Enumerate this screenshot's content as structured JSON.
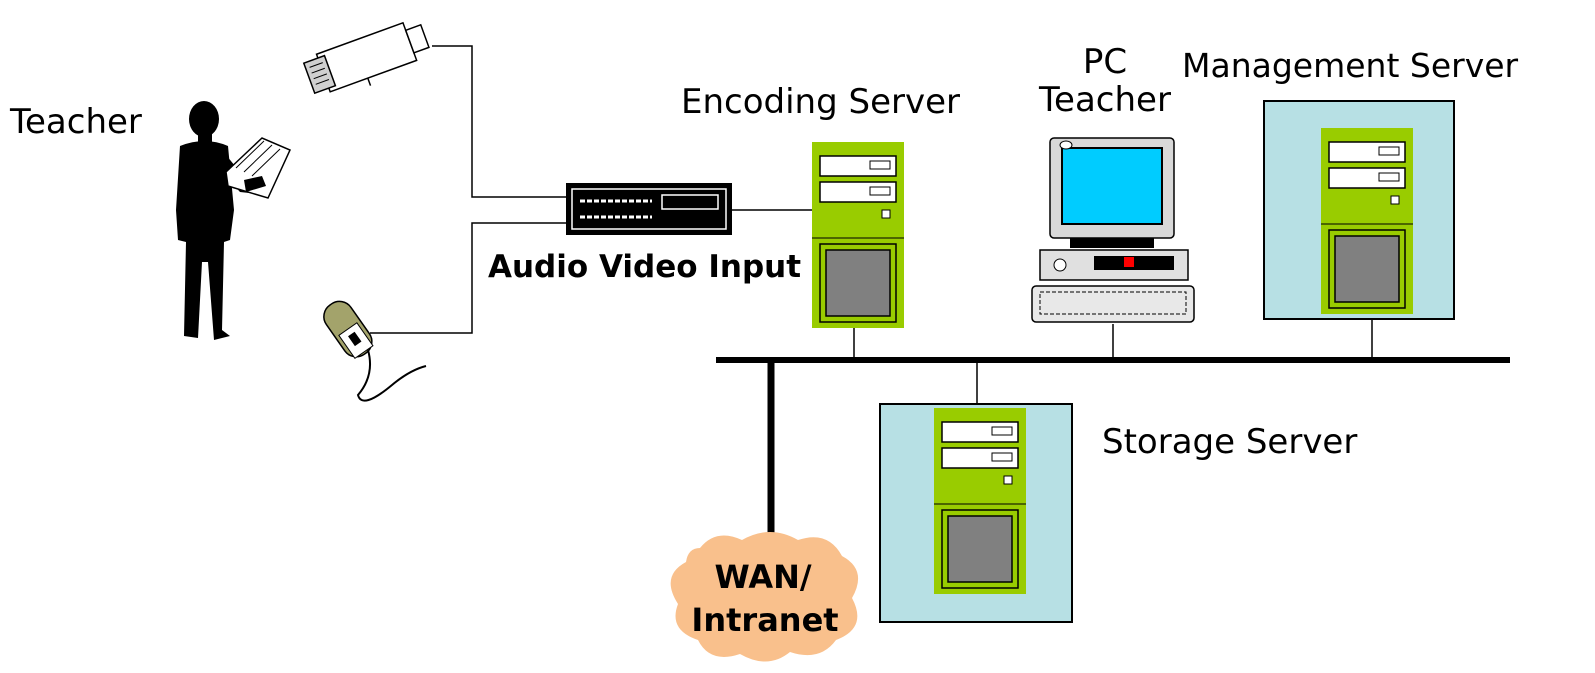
{
  "labels": {
    "teacher": "Teacher",
    "audio_video_input": "Audio Video Input",
    "encoding_server": "Encoding Server",
    "pc": "PC",
    "pc_teacher": "Teacher",
    "management_server": "Management Server",
    "storage_server": "Storage Server",
    "wan_line1": "WAN/",
    "wan_line2": "Intranet"
  },
  "colors": {
    "tower_green": "#99cc00",
    "tower_dark_green": "#669900",
    "panel_gray": "#808080",
    "server_bg": "#b7e0e4",
    "monitor_screen": "#00ccff",
    "cloud": "#f9c08c",
    "line": "#000000"
  }
}
